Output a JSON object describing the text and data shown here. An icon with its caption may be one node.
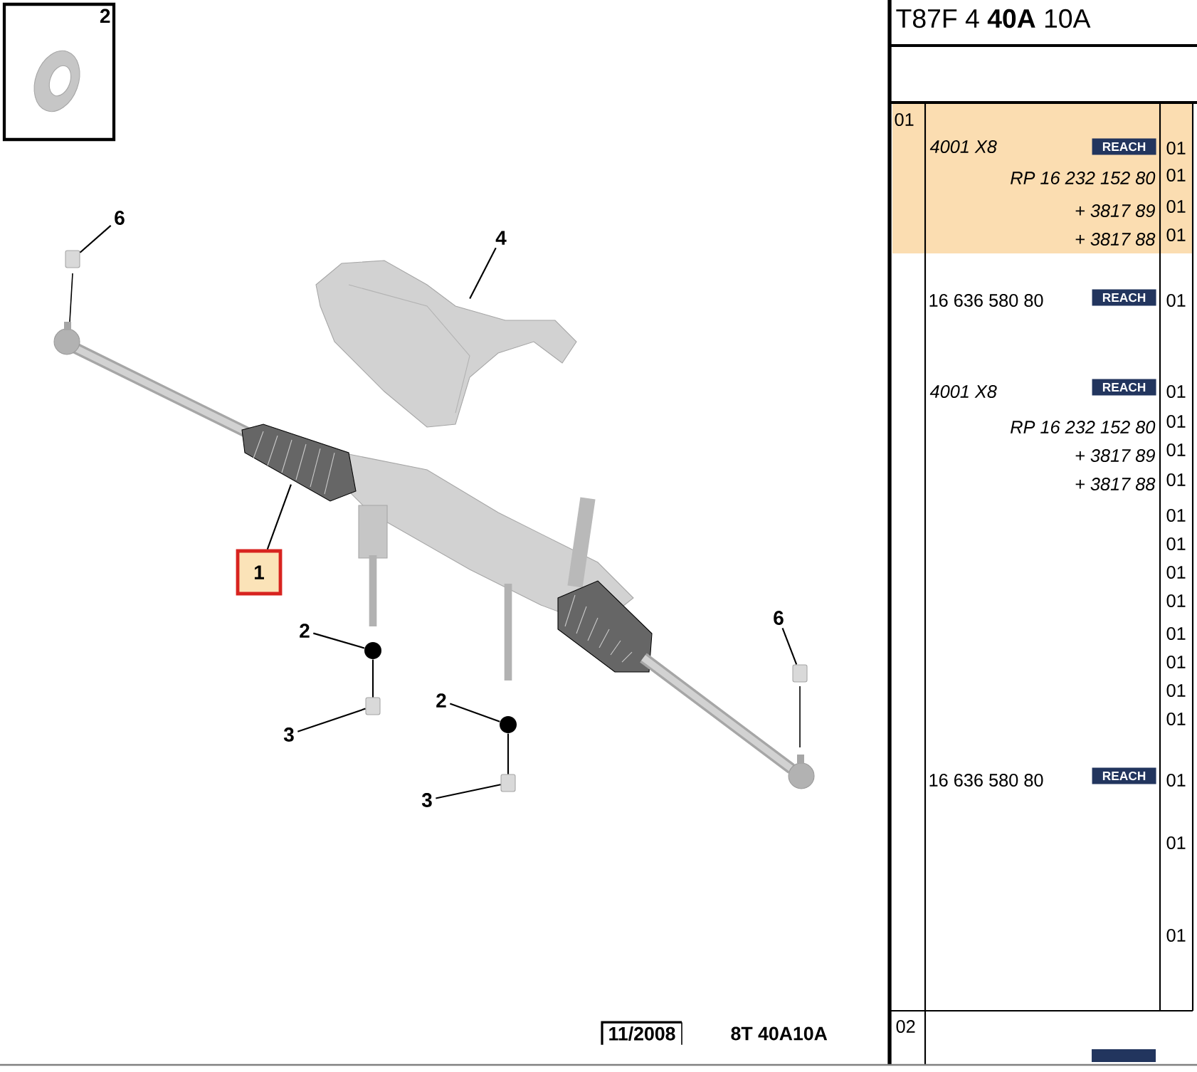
{
  "diagram": {
    "nodes": [
      {
        "text": [
          "2"
        ]
      },
      {
        "text": [
          "6"
        ]
      },
      {
        "text": [],
        "shape": "box"
      },
      {
        "text": [
          "4"
        ]
      },
      {
        "text": [],
        "shape": "picture"
      },
      {
        "text": [
          "1"
        ]
      },
      {
        "text": [],
        "shape": "picture"
      },
      {
        "text": [
          "2"
        ]
      },
      {
        "text": [],
        "shape": "circle"
      },
      {
        "text": [
          "3"
        ]
      },
      {
        "text": [],
        "shape": "box"
      },
      {
        "text": [
          "2"
        ]
      },
      {
        "text": [],
        "shape": "circle"
      },
      {
        "text": [
          "3"
        ]
      },
      {
        "text": [],
        "shape": "box"
      },
      {
        "text": [
          "6"
        ]
      },
      {
        "text": [],
        "shape": "box"
      }
    ],
    "edges": [
      {
        "from": 1,
        "to": 2,
        "arrow": "none"
      },
      {
        "from": 3,
        "to": 4,
        "arrow": "none"
      },
      {
        "from": 5,
        "to": 6,
        "arrow": "none"
      },
      {
        "from": 7,
        "to": 8,
        "arrow": "none"
      },
      {
        "from": 8,
        "to": 10,
        "arrow": "none"
      },
      {
        "from": 9,
        "to": 10,
        "arrow": "none"
      },
      {
        "from": 11,
        "to": 12,
        "arrow": "none"
      },
      {
        "from": 12,
        "to": 14,
        "arrow": "none"
      },
      {
        "from": 13,
        "to": 14,
        "arrow": "none"
      },
      {
        "from": 15,
        "to": 16,
        "arrow": "none"
      }
    ],
    "labels": [
      "T87F 4 **40A** 10A",
      "01",
      "4001 X8",
      "REACH",
      "01",
      "RP 16 232 152 80",
      "01",
      "+ 3817 89",
      "01",
      "+ 3817 88",
      "01",
      "16 636 580 80",
      "REACH",
      "01",
      "4001 X8",
      "REACH",
      "01",
      "RP 16 232 152 80",
      "01",
      "+ 3817 89",
      "01",
      "+ 3817 88",
      "01",
      "01",
      "01",
      "01",
      "01",
      "01",
      "01",
      "01",
      "01",
      "16 636 580 80",
      "REACH",
      "01",
      "01",
      "01",
      "02",
      "11/2008",
      "8T 40A10A"
    ]
  }
}
